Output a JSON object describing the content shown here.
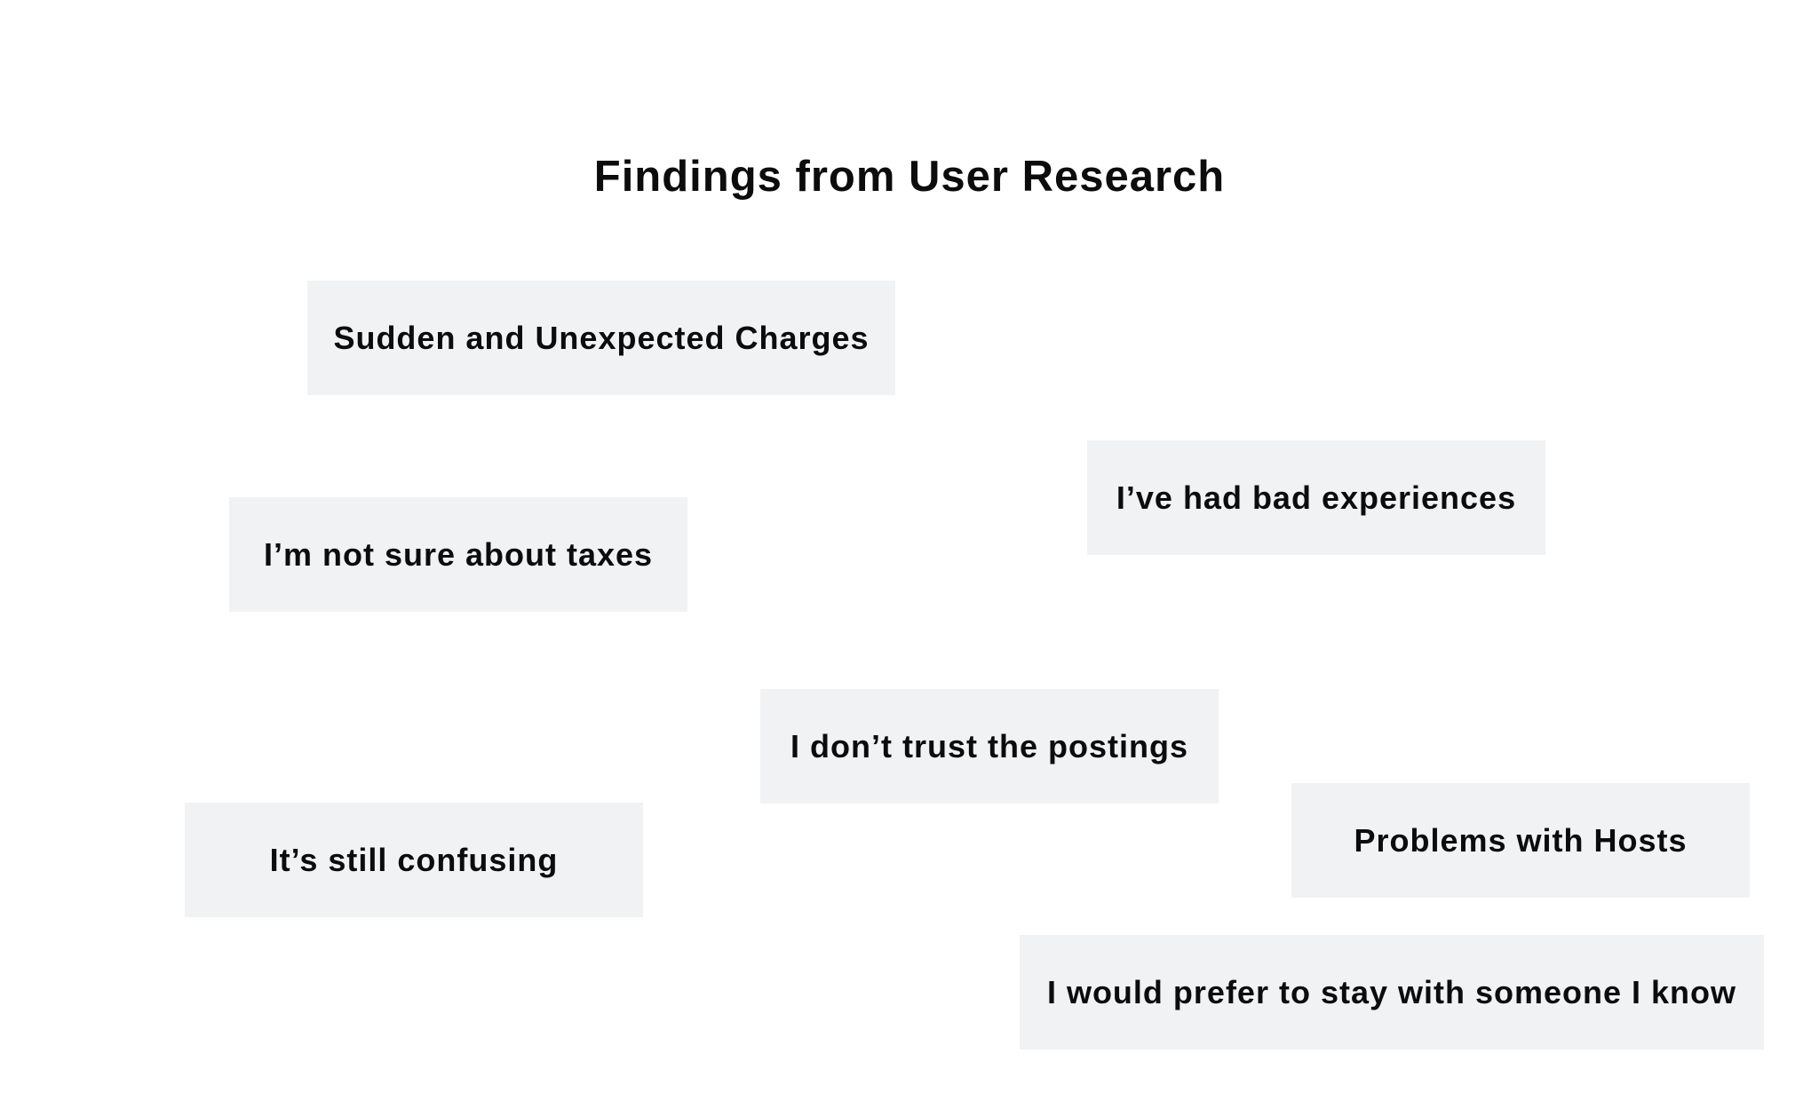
{
  "title": "Findings from User Research",
  "notes": [
    {
      "label": "Sudden and Unexpected Charges"
    },
    {
      "label": "I’ve had bad experiences"
    },
    {
      "label": "I’m not sure about taxes"
    },
    {
      "label": "I don’t trust the postings"
    },
    {
      "label": "Problems with Hosts"
    },
    {
      "label": "It’s still confusing"
    },
    {
      "label": "I would prefer to stay with someone I know"
    }
  ],
  "colors": {
    "background": "#ffffff",
    "note_fill": "#f1f2f4",
    "text": "#0c0c0c"
  }
}
